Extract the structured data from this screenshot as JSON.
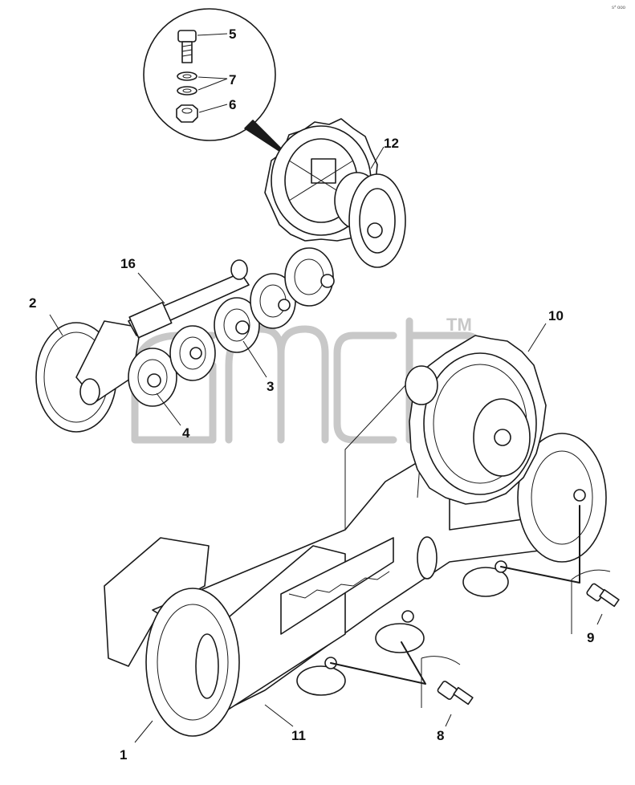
{
  "corner_mark": "s* ooo",
  "watermark": {
    "trademark": "TM"
  },
  "callouts": [
    {
      "id": "c1",
      "text": "1"
    },
    {
      "id": "c2",
      "text": "2"
    },
    {
      "id": "c3",
      "text": "3"
    },
    {
      "id": "c4",
      "text": "4"
    },
    {
      "id": "c5",
      "text": "5"
    },
    {
      "id": "c6",
      "text": "6"
    },
    {
      "id": "c7",
      "text": "7"
    },
    {
      "id": "c8",
      "text": "8"
    },
    {
      "id": "c9",
      "text": "9"
    },
    {
      "id": "c10",
      "text": "10"
    },
    {
      "id": "c11",
      "text": "11"
    },
    {
      "id": "c12",
      "text": "12"
    },
    {
      "id": "c16",
      "text": "16"
    }
  ]
}
